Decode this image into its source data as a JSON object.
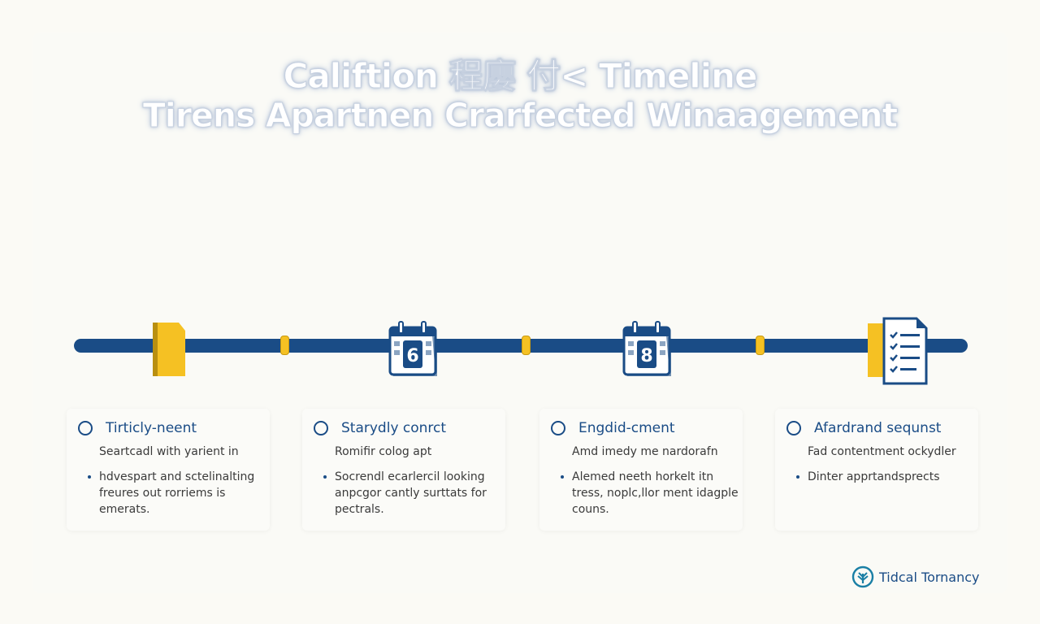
{
  "header": {
    "title_line1": "Califtion 程廮 付< Timeline",
    "title_line2": "Tirens Apartnen Crarfected Winaagement"
  },
  "timeline": {
    "bar_color": "#1a4c86",
    "accent_color": "#f5c123",
    "icons": [
      "flag-icon",
      "calendar-icon",
      "calendar-icon",
      "checklist-icon"
    ],
    "calendar_digits": [
      "6",
      "8"
    ]
  },
  "cards": [
    {
      "title": "Tirticly-neent",
      "subtitle": "Seartcadl with yarient in",
      "bullet": "hdvespart and sctelinalting freures out rorriems is emerats."
    },
    {
      "title": "Starydly conrct",
      "subtitle": "Romifir colog apt",
      "bullet": "Socrendl ecarlercil looking anpcgor cantly surttats for pectrals."
    },
    {
      "title": "Engdid-cment",
      "subtitle": "Amd imedy me nardorafn",
      "bullet": "Alemed neeth horkelt itn tress, noplc,llor ment idagple couns."
    },
    {
      "title": "Afardrand sequnst",
      "subtitle": "Fad contentment ockydler",
      "bullet": "Dinter apprtandsprects"
    }
  ],
  "brand": {
    "name": "Tidcal Tornancy",
    "icon": "tree-icon"
  }
}
